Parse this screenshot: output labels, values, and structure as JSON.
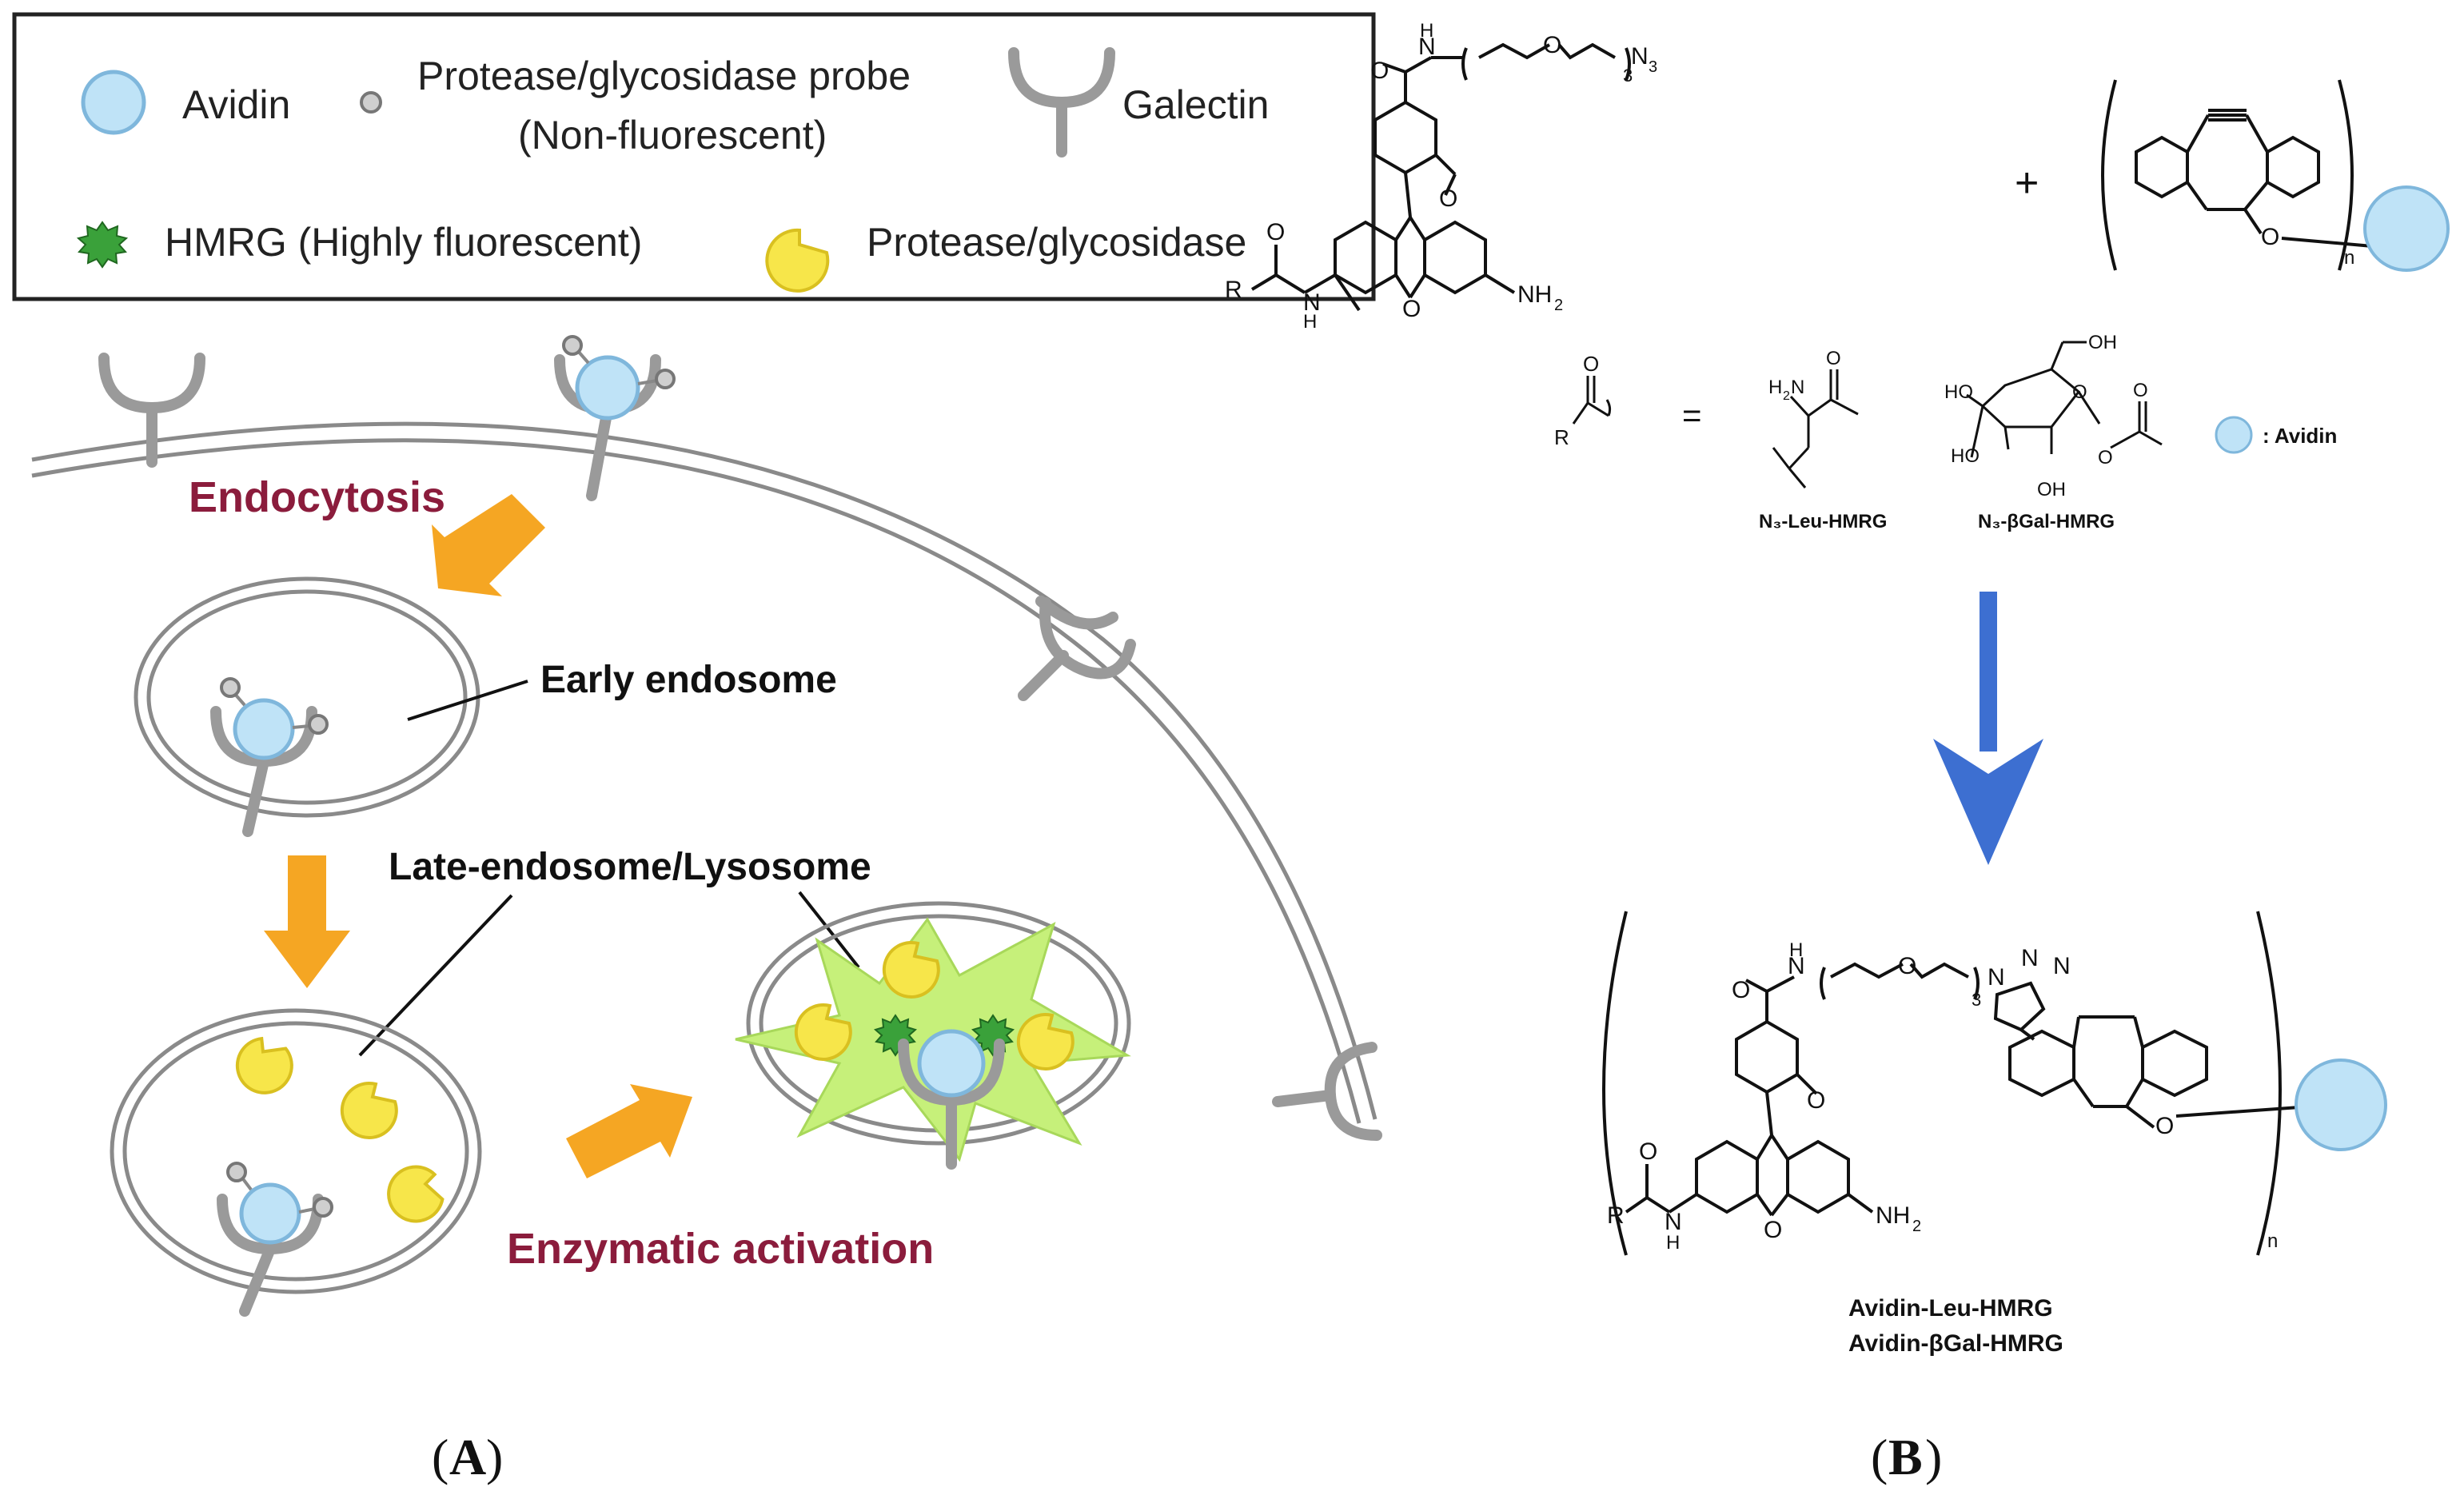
{
  "legend": {
    "avidin": "Avidin",
    "probe_line1": "Protease/glycosidase probe",
    "probe_line2": "(Non-fluorescent)",
    "galectin": "Galectin",
    "hmrg": "HMRG (Highly fluorescent)",
    "enzyme": "Protease/glycosidase"
  },
  "panel_a": {
    "endocytosis": "Endocytosis",
    "early_endosome": "Early endosome",
    "late_endosome": "Late-endosome/Lysosome",
    "enzymatic_activation": "Enzymatic activation",
    "label": "A"
  },
  "panel_b": {
    "top_subst_n": "N",
    "top_subst_h": "H",
    "top_subst_o": "O",
    "repeat_3": "3",
    "n3": "N",
    "n3_sub": "3",
    "plus": "+",
    "n_sub": "n",
    "o_atom": "O",
    "r_atom": "R",
    "nh2": "NH",
    "nh2_sub": "2",
    "equals": "=",
    "h2n": "H",
    "h2n_2": "2",
    "h2n_n": "N",
    "oh": "OH",
    "ho": "HO",
    "avidin_legend": ": Avidin",
    "leu_name": "N₃-Leu-HMRG",
    "gal_name": "N₃-βGal-HMRG",
    "product_1": "Avidin-Leu-HMRG",
    "product_2": "Avidin-βGal-HMRG",
    "label": "B"
  },
  "colors": {
    "avidin_fill": "#bfe3f7",
    "avidin_stroke": "#7fb7dc",
    "membrane": "#8a8a8a",
    "orange_arrow": "#f5a623",
    "blue_arrow": "#3d6fd1",
    "maroon_text": "#8b1c3c",
    "enzyme_fill": "#f7e64a",
    "hmrg_fill": "#3aa13a",
    "glow": "#c6f07a"
  }
}
